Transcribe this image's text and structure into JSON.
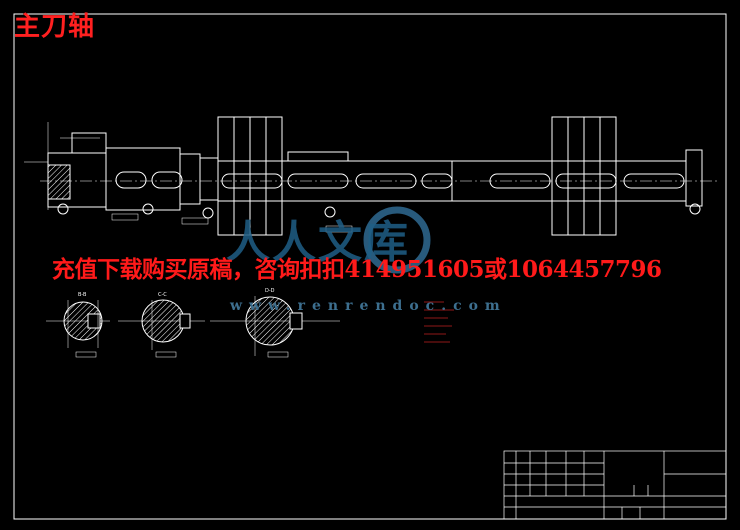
{
  "title": "主刀轴",
  "promo_text": "充值下载购买原稿，咨询扣扣414951605或1064457796",
  "watermark": {
    "brand": "人人文库",
    "url": "www.renrendoc.com"
  },
  "colors": {
    "background": "#000000",
    "lines": "#ffffff",
    "title": "#ff2020",
    "watermark": "#2f6a92",
    "hatch": "#ffffff"
  },
  "sections": [
    {
      "label": "B-B"
    },
    {
      "label": "C-C"
    },
    {
      "label": "D-D"
    }
  ]
}
